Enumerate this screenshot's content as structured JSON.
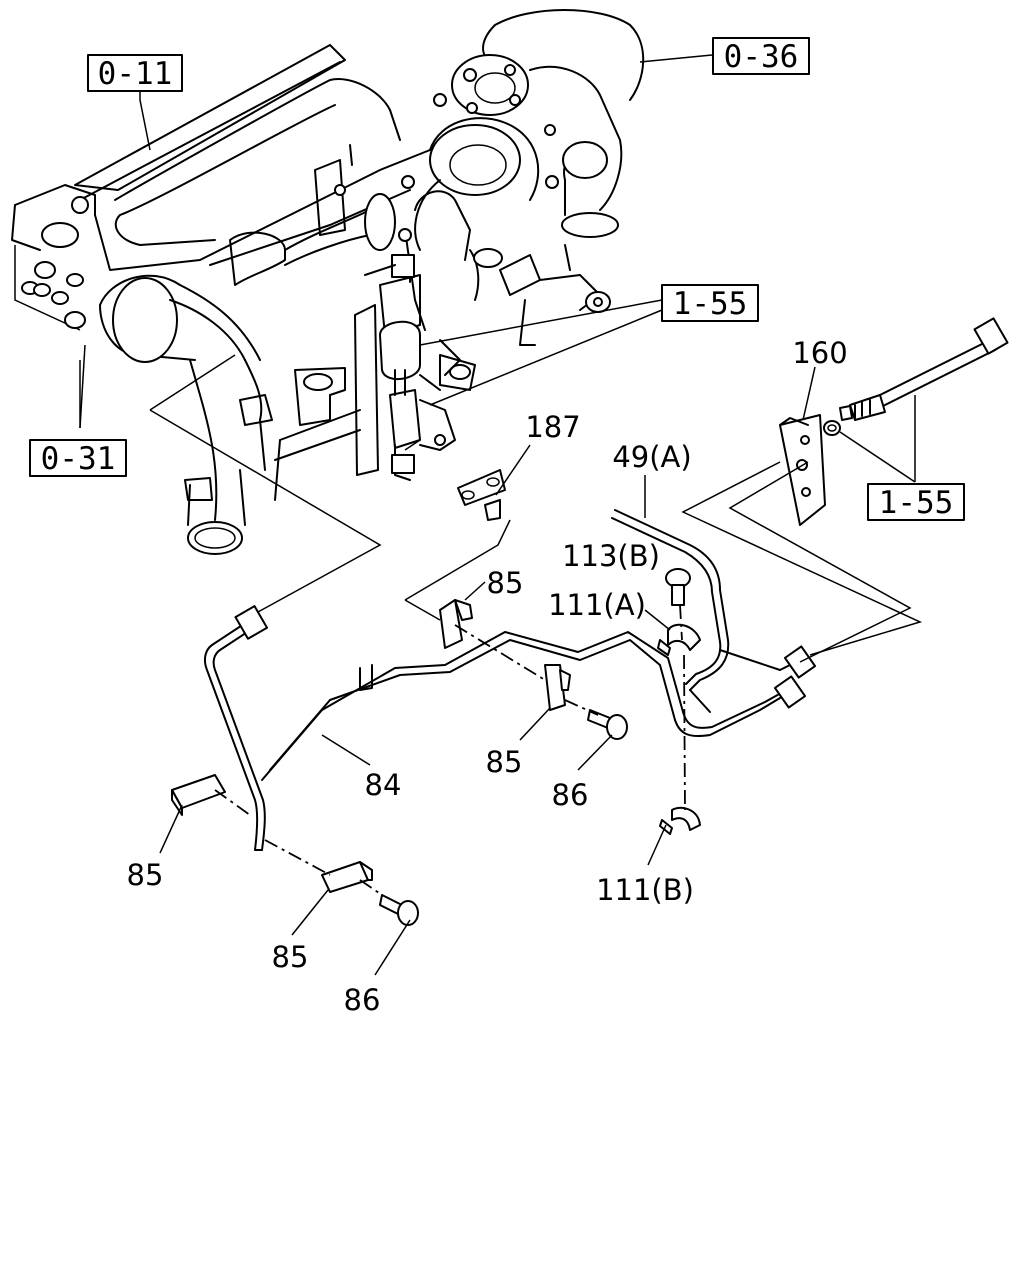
{
  "references": [
    {
      "id": "ref-0-11",
      "text": "0-11"
    },
    {
      "id": "ref-0-36",
      "text": "0-36"
    },
    {
      "id": "ref-1-55-top",
      "text": "1-55"
    },
    {
      "id": "ref-0-31",
      "text": "0-31"
    },
    {
      "id": "ref-1-55-right",
      "text": "1-55"
    }
  ],
  "parts": [
    {
      "id": "part-160",
      "text": "160"
    },
    {
      "id": "part-187",
      "text": "187"
    },
    {
      "id": "part-49a",
      "text": "49(A)"
    },
    {
      "id": "part-113b",
      "text": "113(B)"
    },
    {
      "id": "part-85-a",
      "text": "85"
    },
    {
      "id": "part-111a",
      "text": "111(A)"
    },
    {
      "id": "part-84",
      "text": "84"
    },
    {
      "id": "part-85-b",
      "text": "85"
    },
    {
      "id": "part-86-a",
      "text": "86"
    },
    {
      "id": "part-85-c",
      "text": "85"
    },
    {
      "id": "part-111b",
      "text": "111(B)"
    },
    {
      "id": "part-85-d",
      "text": "85"
    },
    {
      "id": "part-86-b",
      "text": "86"
    }
  ]
}
